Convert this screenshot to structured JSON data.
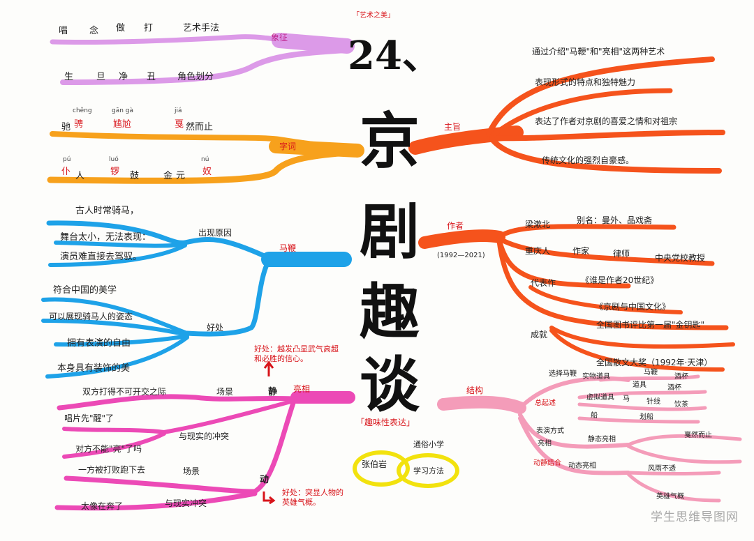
{
  "title": {
    "line1": "24、",
    "chars": [
      "京",
      "剧",
      "趣",
      "谈"
    ]
  },
  "top_note": "「艺术之美」",
  "bottom_note": "「趣味性表达」",
  "watermark": "学生思维导图网",
  "colors": {
    "purple": "#dc9ae8",
    "orange": "#f7a11c",
    "blue": "#1ea2e8",
    "magenta": "#ec4ab6",
    "red": "#f5531c",
    "pink": "#f49cb9",
    "yellow": "#f2e20e"
  },
  "left": {
    "xiangzheng": {
      "label": "象征",
      "items": [
        "唱",
        "念",
        "做",
        "打",
        "艺术手法",
        "生",
        "旦",
        "净",
        "丑",
        "角色划分"
      ]
    },
    "ziti": {
      "label": "字词",
      "row1": {
        "pinyin": [
          "chěng",
          "gān gà",
          "jiá"
        ],
        "chars": [
          "驰",
          "骋",
          "尴尬",
          "戛",
          "然而止"
        ]
      },
      "row2": {
        "pinyin": [
          "pú",
          "luó",
          "nú"
        ],
        "chars": [
          "仆",
          "人",
          "锣",
          "鼓",
          "金",
          "元",
          "奴"
        ]
      }
    },
    "mabian": {
      "label": "马鞭",
      "reason_label": "出现原因",
      "reasons": [
        "古人时常骑马，",
        "舞台太小，无法表现：",
        "演员难直接去驾驭。"
      ],
      "benefit_label": "好处",
      "benefits": [
        "符合中国的美学",
        "可以展现骑马人的姿态",
        "拥有表演的自由",
        "本身具有装饰的美"
      ]
    },
    "liangxiang": {
      "label": "亮相",
      "static_label": "静",
      "static_items": [
        "双方打得不可开交之际",
        "场景",
        "唱片先\"醒\"了",
        "与现实的冲突",
        "对方不能\"亮\"了吗"
      ],
      "dynamic_label": "动",
      "dynamic_items": [
        "一方被打败跑下去",
        "场景",
        "太像在奔了",
        "与现实冲突"
      ],
      "benefit_static": "好处：越发凸显武气高超和必胜的信心。",
      "benefit_dynamic": "好处：突显人物的英雄气概。"
    }
  },
  "right": {
    "zhuzhi": {
      "label": "主旨",
      "lines": [
        "通过介绍\"马鞭\"和\"亮相\"这两种艺术",
        "表现形式的特点和独特魅力",
        "表达了作者对京剧的喜爱之情和对祖宗",
        "传统文化的强烈自豪感。"
      ]
    },
    "zuozhe": {
      "label": "作者",
      "years": "(1992—2021)",
      "rows": [
        [
          "梁漱北",
          "别名：曼外、品戏斋"
        ],
        [
          "重庆人",
          "作家",
          "律师",
          "中央党校教授"
        ],
        [
          "代表作",
          "《谁是作者20世纪》",
          "《京剧与中国文化》"
        ],
        [
          "成就",
          "全国图书评比第一届\"金钥匙\"",
          "全国散文大奖（1992年·天津）"
        ]
      ]
    },
    "jiegou": {
      "label": "结构",
      "items": [
        "选择马鞭",
        "实物道具",
        "马鞭",
        "酒杯",
        "道具",
        "酒杯",
        "虚拟道具",
        "马",
        "船",
        "针线",
        "饮茶",
        "划船",
        "表演方式",
        "亮相",
        "静态亮相",
        "戛然而止",
        "动态亮相",
        "风雨不透",
        "英雄气概"
      ],
      "labels": [
        "总起述",
        "动静结合"
      ]
    },
    "reading": {
      "items": [
        "张伯岩",
        "通俗小学",
        "学习方法"
      ]
    }
  }
}
